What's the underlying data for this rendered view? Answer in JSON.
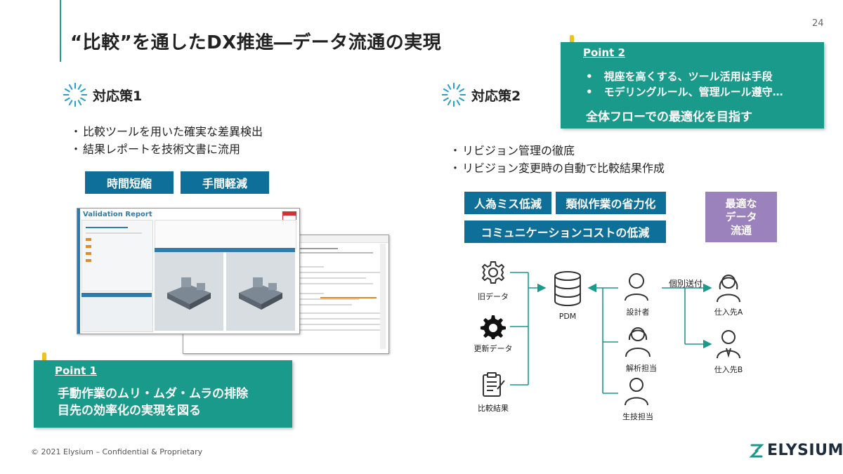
{
  "slide": {
    "title": "“比較”を通したDX推進―データ流通の実現",
    "page_number": "24"
  },
  "section1": {
    "title": "対応策1",
    "bullets": [
      "比較ツールを用いた確実な差異検出",
      "結果レポートを技術文書に流用"
    ],
    "tags": [
      "時間短縮",
      "手間軽減"
    ]
  },
  "section2": {
    "title": "対応策2",
    "bullets": [
      "リビジョン管理の徹底",
      "リビジョン変更時の自動で比較結果作成"
    ],
    "tags": [
      "人為ミス低減",
      "類似作業の省力化",
      "コミュニケーションコストの低減"
    ],
    "goal_tag": [
      "最適な",
      "データ",
      "流通"
    ]
  },
  "point1": {
    "label": "Point 1",
    "lines": [
      "手動作業のムリ・ムダ・ムラの排除",
      "目先の効率化の実現を図る"
    ]
  },
  "point2": {
    "label": "Point 2",
    "bullets": [
      "視座を高くする、ツール活用は手段",
      "モデリングルール、管理ルール遵守…"
    ],
    "summary": "全体フローでの最適化を目指す"
  },
  "screenshot": {
    "report_title": "Validation Report"
  },
  "diagram": {
    "sources": [
      "旧データ",
      "更新データ",
      "比較結果"
    ],
    "hub": "PDM",
    "people": [
      "設計者",
      "解析担当",
      "生技担当"
    ],
    "send_label": "個別送付",
    "suppliers": [
      "仕入先A",
      "仕入先B"
    ]
  },
  "footer": {
    "copyright": "© 2021 Elysium – Confidential & Proprietary",
    "logo": "ELYSIUM"
  },
  "colors": {
    "teal": "#1a9a8a",
    "blue_tag": "#0e6f98",
    "purple_tag": "#9b82bd",
    "warning": "#f2c21b"
  }
}
